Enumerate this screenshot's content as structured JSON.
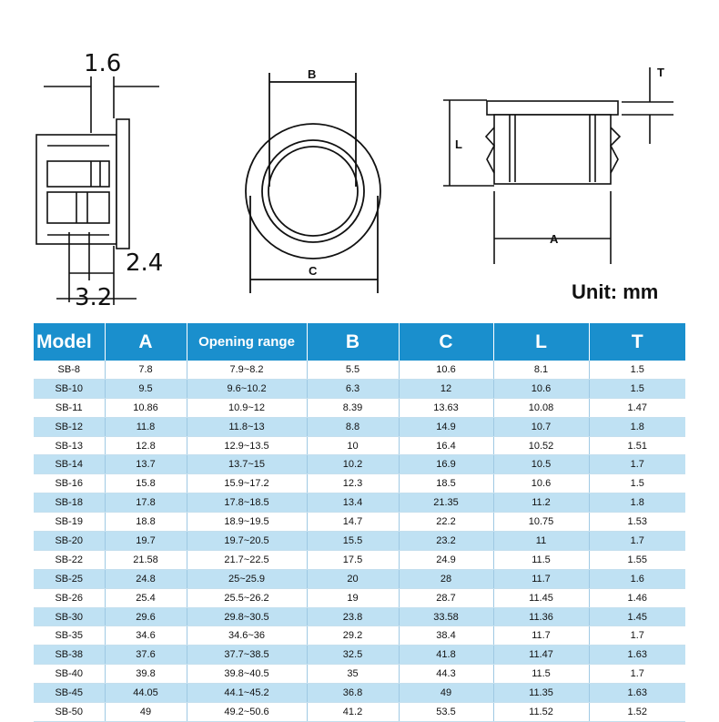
{
  "drawing_labels": {
    "left_top": "1.6",
    "left_right": "2.4",
    "left_bottom": "3.2",
    "center_b": "B",
    "center_c": "C",
    "right_t": "T",
    "right_l": "L",
    "right_a": "A"
  },
  "unit_label": "Unit: mm",
  "table": {
    "headers": [
      "Model",
      "A",
      "Opening range",
      "B",
      "C",
      "L",
      "T"
    ],
    "rows": [
      [
        "SB-8",
        "7.8",
        "7.9~8.2",
        "5.5",
        "10.6",
        "8.1",
        "1.5"
      ],
      [
        "SB-10",
        "9.5",
        "9.6~10.2",
        "6.3",
        "12",
        "10.6",
        "1.5"
      ],
      [
        "SB-11",
        "10.86",
        "10.9~12",
        "8.39",
        "13.63",
        "10.08",
        "1.47"
      ],
      [
        "SB-12",
        "11.8",
        "11.8~13",
        "8.8",
        "14.9",
        "10.7",
        "1.8"
      ],
      [
        "SB-13",
        "12.8",
        "12.9~13.5",
        "10",
        "16.4",
        "10.52",
        "1.51"
      ],
      [
        "SB-14",
        "13.7",
        "13.7~15",
        "10.2",
        "16.9",
        "10.5",
        "1.7"
      ],
      [
        "SB-16",
        "15.8",
        "15.9~17.2",
        "12.3",
        "18.5",
        "10.6",
        "1.5"
      ],
      [
        "SB-18",
        "17.8",
        "17.8~18.5",
        "13.4",
        "21.35",
        "11.2",
        "1.8"
      ],
      [
        "SB-19",
        "18.8",
        "18.9~19.5",
        "14.7",
        "22.2",
        "10.75",
        "1.53"
      ],
      [
        "SB-20",
        "19.7",
        "19.7~20.5",
        "15.5",
        "23.2",
        "11",
        "1.7"
      ],
      [
        "SB-22",
        "21.58",
        "21.7~22.5",
        "17.5",
        "24.9",
        "11.5",
        "1.55"
      ],
      [
        "SB-25",
        "24.8",
        "25~25.9",
        "20",
        "28",
        "11.7",
        "1.6"
      ],
      [
        "SB-26",
        "25.4",
        "25.5~26.2",
        "19",
        "28.7",
        "11.45",
        "1.46"
      ],
      [
        "SB-30",
        "29.6",
        "29.8~30.5",
        "23.8",
        "33.58",
        "11.36",
        "1.45"
      ],
      [
        "SB-35",
        "34.6",
        "34.6~36",
        "29.2",
        "38.4",
        "11.7",
        "1.7"
      ],
      [
        "SB-38",
        "37.6",
        "37.7~38.5",
        "32.5",
        "41.8",
        "11.47",
        "1.63"
      ],
      [
        "SB-40",
        "39.8",
        "39.8~40.5",
        "35",
        "44.3",
        "11.5",
        "1.7"
      ],
      [
        "SB-45",
        "44.05",
        "44.1~45.2",
        "36.8",
        "49",
        "11.35",
        "1.63"
      ],
      [
        "SB-50",
        "49",
        "49.2~50.6",
        "41.2",
        "53.5",
        "11.52",
        "1.52"
      ]
    ]
  }
}
